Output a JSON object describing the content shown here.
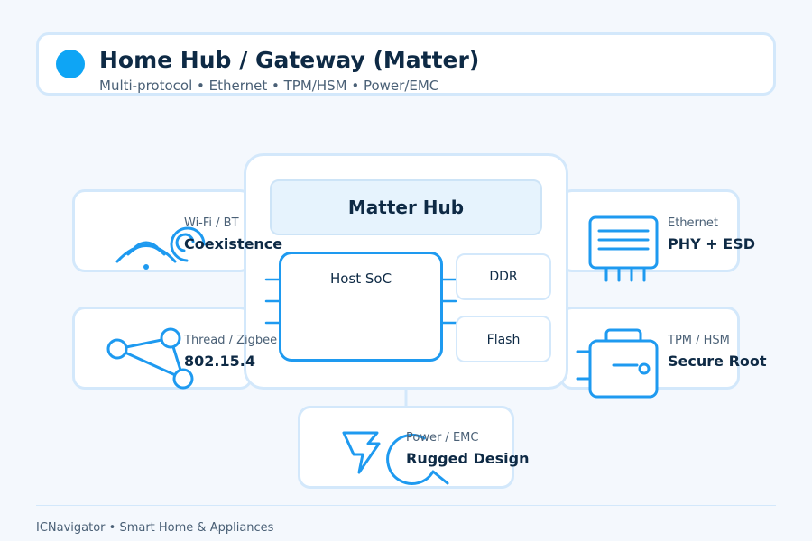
{
  "header": {
    "title": "Home Hub / Gateway (Matter)",
    "subtitle": "Multi-protocol • Ethernet • TPM/HSM • Power/EMC"
  },
  "hub": {
    "title": "Matter Hub",
    "soc_label": "Host SoC",
    "memory": [
      "DDR",
      "Flash"
    ]
  },
  "modules": {
    "wifi": {
      "small": "Wi-Fi / BT",
      "big": "Coexistence",
      "icon": "wifi-icon"
    },
    "thread": {
      "small": "Thread / Zigbee",
      "big": "802.15.4",
      "icon": "mesh-network-icon"
    },
    "ethernet": {
      "small": "Ethernet",
      "big": "PHY + ESD",
      "icon": "ethernet-port-icon"
    },
    "tpm": {
      "small": "TPM / HSM",
      "big": "Secure Root",
      "icon": "secure-chip-icon"
    },
    "power": {
      "small": "Power / EMC",
      "big": "Rugged Design",
      "icon": "lightning-icon"
    }
  },
  "colors": {
    "accent": "#1e9af0",
    "card_border": "#d3e8fb",
    "title_text": "#0e2a45",
    "muted_text": "#4a6076"
  },
  "footer": {
    "text": "ICNavigator • Smart Home & Appliances"
  }
}
